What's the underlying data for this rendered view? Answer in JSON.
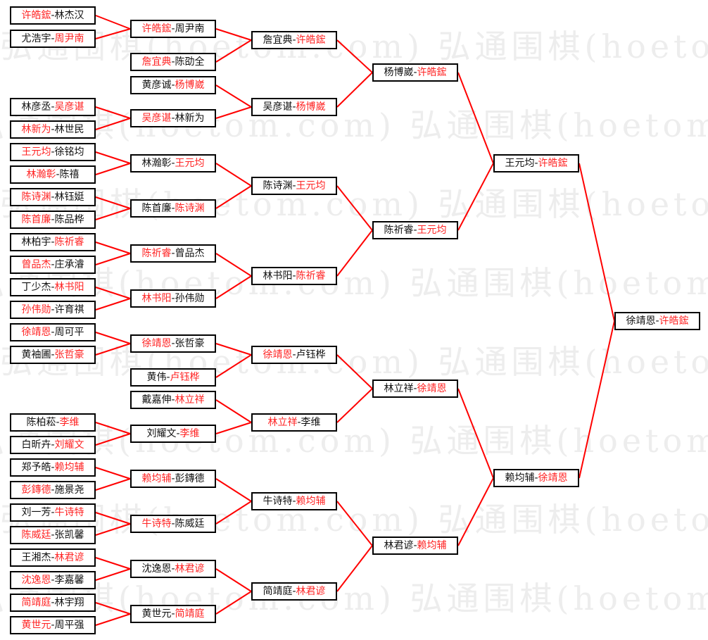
{
  "watermark": "弘通围棋(hoetom.com)",
  "separator": "-",
  "colors": {
    "winner": "#ff2424",
    "line": "#ff0000",
    "text": "#111111"
  },
  "rounds": [
    [
      [
        "许皓鋐",
        "林杰汉",
        0
      ],
      [
        "尤浩宇",
        "周尹南",
        1
      ],
      [
        "林彦丞",
        "吴彦谌",
        1
      ],
      [
        "林新为",
        "林世民",
        0
      ],
      [
        "王元均",
        "徐铭均",
        0
      ],
      [
        "林瀚彰",
        "陈禧",
        0
      ],
      [
        "陈诗渊",
        "林钰娗",
        0
      ],
      [
        "陈首廉",
        "陈品桦",
        0
      ],
      [
        "林柏宇",
        "陈祈睿",
        1
      ],
      [
        "曾品杰",
        "庄承濬",
        0
      ],
      [
        "丁少杰",
        "林书阳",
        1
      ],
      [
        "孙伟勋",
        "许育祺",
        0
      ],
      [
        "徐靖恩",
        "周可平",
        0
      ],
      [
        "黄袖圃",
        "张哲豪",
        1
      ],
      [
        "陈柏菘",
        "李维",
        1
      ],
      [
        "白昕卉",
        "刘耀文",
        1
      ],
      [
        "郑予皓",
        "赖均辅",
        1
      ],
      [
        "彭鏄德",
        "施景尧",
        0
      ],
      [
        "刘一芳",
        "牛诗特",
        1
      ],
      [
        "陈威廷",
        "张凯馨",
        0
      ],
      [
        "王湘杰",
        "林君谚",
        1
      ],
      [
        "沈逸恩",
        "李嘉馨",
        0
      ],
      [
        "简靖庭",
        "林宇翔",
        0
      ],
      [
        "黄世元",
        "周平强",
        0
      ]
    ],
    [
      [
        "许皓鋐",
        "周尹南",
        0
      ],
      [
        "詹宜典",
        "陈劭全",
        0
      ],
      [
        "黄彦诚",
        "杨博崴",
        1
      ],
      [
        "吴彦谌",
        "林新为",
        0
      ],
      [
        "林瀚彰",
        "王元均",
        1
      ],
      [
        "陈首廉",
        "陈诗渊",
        1
      ],
      [
        "陈祈睿",
        "曾品杰",
        0
      ],
      [
        "林书阳",
        "孙伟勋",
        0
      ],
      [
        "徐靖恩",
        "张哲豪",
        0
      ],
      [
        "黄伟",
        "卢钰桦",
        1
      ],
      [
        "戴嘉伸",
        "林立祥",
        1
      ],
      [
        "刘耀文",
        "李维",
        1
      ],
      [
        "赖均辅",
        "彭鏄德",
        0
      ],
      [
        "牛诗特",
        "陈威廷",
        0
      ],
      [
        "沈逸恩",
        "林君谚",
        1
      ],
      [
        "黄世元",
        "简靖庭",
        1
      ]
    ],
    [
      [
        "詹宜典",
        "许皓鋐",
        1
      ],
      [
        "吴彦谌",
        "杨博崴",
        1
      ],
      [
        "陈诗渊",
        "王元均",
        1
      ],
      [
        "林书阳",
        "陈祈睿",
        1
      ],
      [
        "徐靖恩",
        "卢钰桦",
        0
      ],
      [
        "林立祥",
        "李维",
        0
      ],
      [
        "牛诗特",
        "赖均辅",
        1
      ],
      [
        "简靖庭",
        "林君谚",
        1
      ]
    ],
    [
      [
        "杨博崴",
        "许皓鋐",
        1
      ],
      [
        "陈祈睿",
        "王元均",
        1
      ],
      [
        "林立祥",
        "徐靖恩",
        1
      ],
      [
        "林君谚",
        "赖均辅",
        1
      ]
    ],
    [
      [
        "王元均",
        "许皓鋐",
        1
      ],
      [
        "赖均辅",
        "徐靖恩",
        1
      ]
    ],
    [
      [
        "徐靖恩",
        "许皓鋐",
        1
      ]
    ]
  ]
}
